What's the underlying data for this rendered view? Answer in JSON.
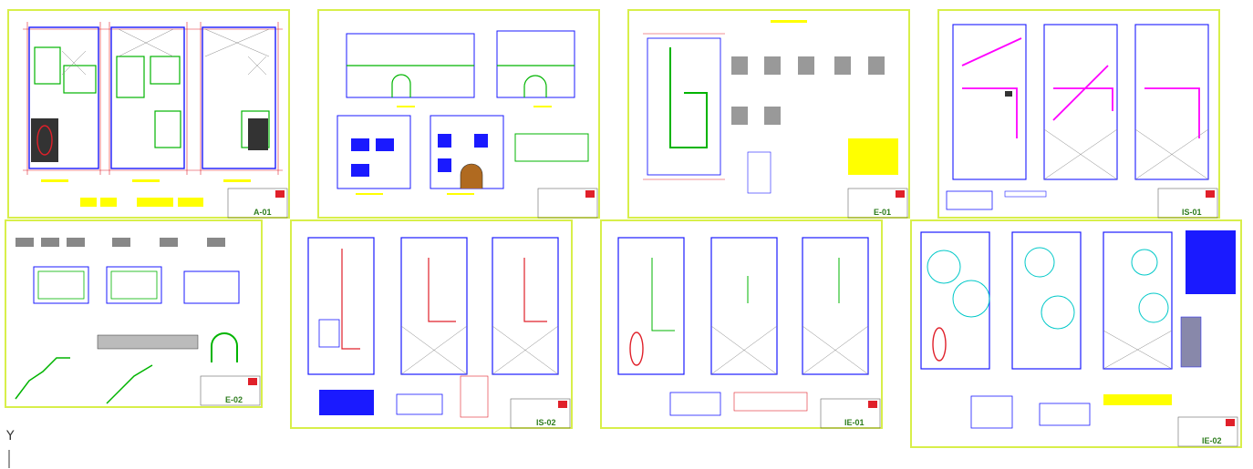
{
  "sheets": [
    {
      "code": "A-01"
    },
    {
      "code": ""
    },
    {
      "code": "E-01"
    },
    {
      "code": "IS-01"
    },
    {
      "code": "E-02"
    },
    {
      "code": "IS-02"
    },
    {
      "code": "IE-01"
    },
    {
      "code": "IE-02"
    }
  ],
  "ucs": {
    "label": "Y"
  },
  "colors": {
    "sheet_border": "#d8ef4a",
    "wall": "#1a1aff",
    "axis": "#e0202a",
    "hatch": "#00b400",
    "plumbing": "#ff00ff",
    "electric": "#00c8c8"
  }
}
